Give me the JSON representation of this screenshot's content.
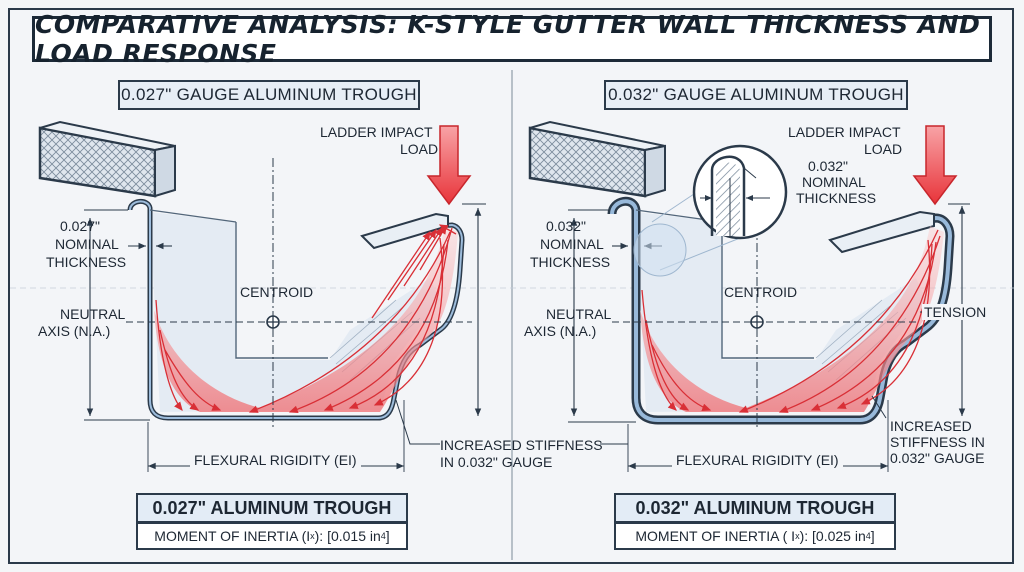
{
  "title": "COMPARATIVE ANALYSIS: K-STYLE GUTTER WALL THICKNESS AND LOAD RESPONSE",
  "panels": [
    {
      "header": "0.027\" GAUGE ALUMINUM TROUGH",
      "load_label_1": "LADDER IMPACT",
      "load_label_2": "LOAD",
      "thickness_1": "0.027\"",
      "thickness_2": "NOMINAL",
      "thickness_3": "THICKNESS",
      "centroid": "CENTROID",
      "neutral_1": "NEUTRAL",
      "neutral_2": "AXIS (N.A.)",
      "rigidity": "FLEXURAL RIGIDITY (EI)",
      "box_title": "0.027\" ALUMINUM TROUGH",
      "moment_prefix": "MOMENT OF INERTIA (I",
      "moment_sub": "x",
      "moment_mid": "): [0.015 in",
      "moment_sup": "4",
      "moment_end": "]"
    },
    {
      "header": "0.032\" GAUGE ALUMINUM TROUGH",
      "load_label_1": "LADDER IMPACT",
      "load_label_2": "LOAD",
      "thickness_1": "0.032\"",
      "thickness_2": "NOMINAL",
      "thickness_3": "THICKNESS",
      "inset_1": "0.032\"",
      "inset_2": "NOMINAL",
      "inset_3": "THICKNESS",
      "centroid": "CENTROID",
      "neutral_1": "NEUTRAL",
      "neutral_2": "AXIS (N.A.)",
      "tension": "TENSION",
      "stiff_1": "INCREASED",
      "stiff_2": "STIFFNESS IN",
      "stiff_3": "0.032\" GAUGE",
      "rigidity": "FLEXURAL RIGIDITY (EI)",
      "box_title": "0.032\" ALUMINUM TROUGH",
      "moment_prefix": "MOMENT OF INERTIA ( I",
      "moment_sub": "x",
      "moment_mid": "): [0.025 in",
      "moment_sup": "4",
      "moment_end": "]"
    }
  ],
  "shared_callout_1": "INCREASED STIFFNESS",
  "shared_callout_2": "IN 0.032\" GAUGE",
  "colors": {
    "outline": "#2b3a4a",
    "gutter_fill": "#e2eaf3",
    "wall": "#8fb2d4",
    "stress": "#e8343a",
    "stress_fill": "#f7b0b2",
    "load_arrow": "#ec4a4f"
  }
}
